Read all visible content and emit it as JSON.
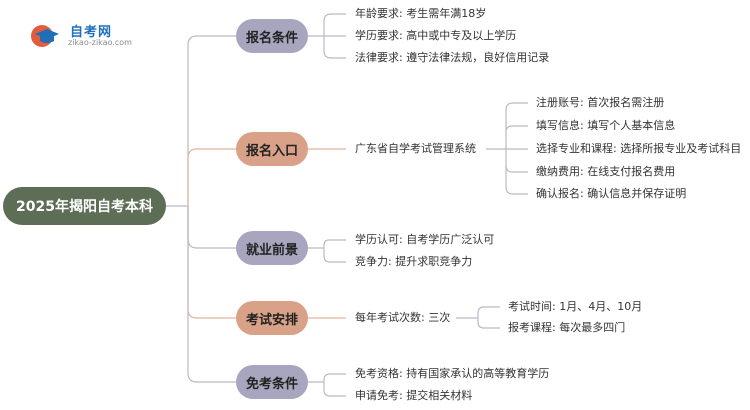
{
  "logo": {
    "title": "自考网",
    "subtitle": "zikao-zikao.com"
  },
  "root": {
    "label": "2025年揭阳自考本科"
  },
  "branches": [
    {
      "label": "报名条件",
      "items": [
        "年龄要求: 考生需年满18岁",
        "学历要求: 高中或中专及以上学历",
        "法律要求: 遵守法律法规，良好信用记录"
      ]
    },
    {
      "label": "报名入口",
      "sub": "广东省自学考试管理系统",
      "items": [
        "注册账号: 首次报名需注册",
        "填写信息: 填写个人基本信息",
        "选择专业和课程: 选择所报专业及考试科目",
        "缴纳费用: 在线支付报名费用",
        "确认报名: 确认信息并保存证明"
      ]
    },
    {
      "label": "就业前景",
      "items": [
        "学历认可: 自考学历广泛认可",
        "竞争力: 提升求职竞争力"
      ]
    },
    {
      "label": "考试安排",
      "sub": "每年考试次数: 三次",
      "items": [
        "考试时间: 1月、4月、10月",
        "报考课程: 每次最多四门"
      ]
    },
    {
      "label": "免考条件",
      "items": [
        "免考资格: 持有国家承认的高等教育学历",
        "申请免考: 提交相关材料"
      ]
    }
  ],
  "colors": {
    "root_bg": "#5d6d56",
    "lavender": "#a8a6be",
    "peach": "#d9a187",
    "line_gray": "#b9b9c8",
    "line_peach": "#e2b3a0"
  }
}
